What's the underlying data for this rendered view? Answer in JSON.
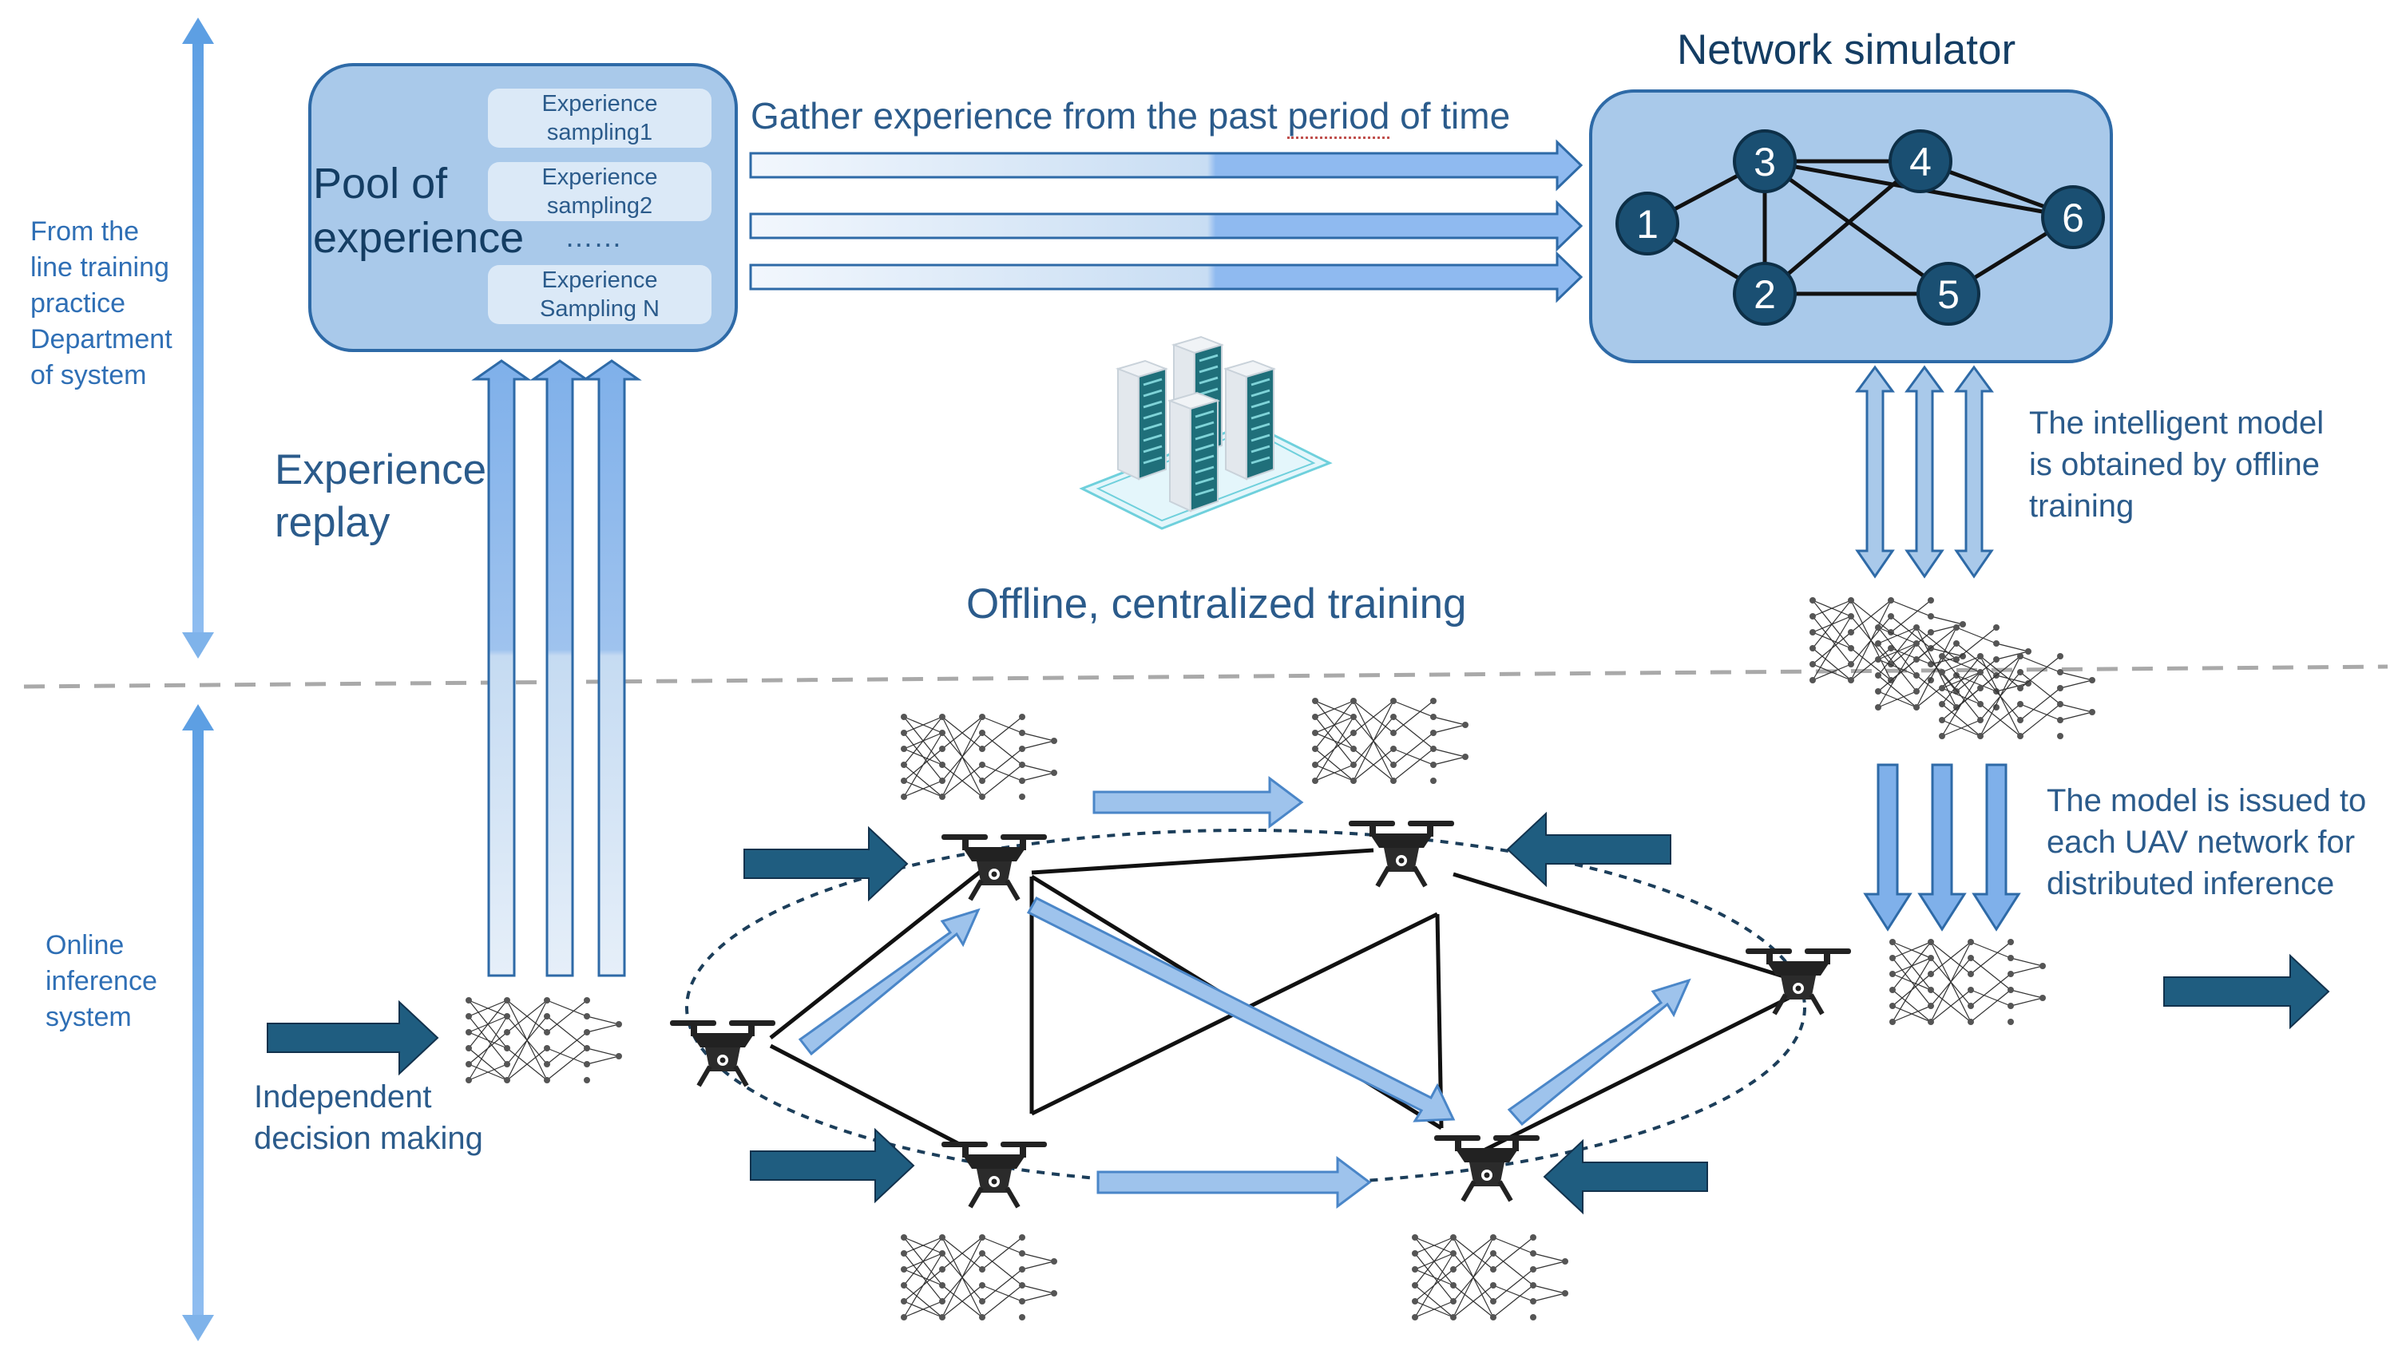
{
  "side_labels": {
    "top": [
      "From the",
      "line training",
      "practice",
      "Department",
      "of system"
    ],
    "bottom": [
      "Online",
      "inference",
      "system"
    ]
  },
  "pool": {
    "title_lines": [
      "Pool of",
      "experience"
    ],
    "slots": [
      [
        "Experience",
        "sampling1"
      ],
      [
        "Experience",
        "sampling2"
      ],
      [
        "Experience",
        "Sampling N"
      ]
    ],
    "ellipsis": "……"
  },
  "gather_label": {
    "before": "Gather experience from the past ",
    "underlined": "period",
    "after": " of time"
  },
  "simulator": {
    "title": "Network simulator",
    "nodes": [
      "1",
      "2",
      "3",
      "4",
      "5",
      "6"
    ],
    "links": [
      [
        "1",
        "3"
      ],
      [
        "1",
        "2"
      ],
      [
        "3",
        "2"
      ],
      [
        "3",
        "4"
      ],
      [
        "3",
        "5"
      ],
      [
        "3",
        "6"
      ],
      [
        "4",
        "2"
      ],
      [
        "4",
        "6"
      ],
      [
        "2",
        "5"
      ],
      [
        "5",
        "6"
      ]
    ]
  },
  "labels": {
    "experience_replay": [
      "Experience",
      "replay"
    ],
    "offline_training": "Offline, centralized training",
    "intelligent_model": [
      "The intelligent model",
      "is obtained by offline",
      "training"
    ],
    "model_issued": [
      "The model is issued to",
      "each UAV network for",
      "distributed inference"
    ],
    "independent_decision": [
      "Independent",
      "decision making"
    ]
  },
  "colors": {
    "dark_arrow": "#1f5d80",
    "light_arrow": "#6fa6e0",
    "box_fill": "#a9c9ea",
    "box_border": "#2e6aa7",
    "node_fill": "#1a4f72",
    "text_blue": "#2b5b8b"
  }
}
